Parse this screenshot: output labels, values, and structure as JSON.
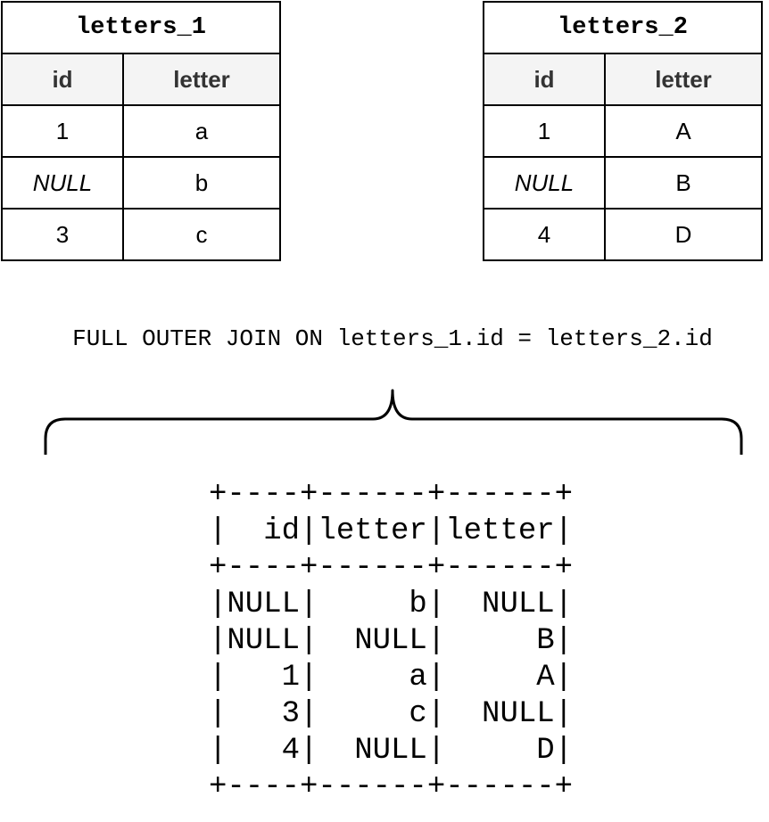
{
  "table_1": {
    "title": "letters_1",
    "headers": [
      "id",
      "letter"
    ],
    "rows": [
      [
        "1",
        "a"
      ],
      [
        "NULL",
        "b"
      ],
      [
        "3",
        "c"
      ]
    ]
  },
  "table_2": {
    "title": "letters_2",
    "headers": [
      "id",
      "letter"
    ],
    "rows": [
      [
        "1",
        "A"
      ],
      [
        "NULL",
        "B"
      ],
      [
        "4",
        "D"
      ]
    ]
  },
  "join_label": "FULL OUTER JOIN ON letters_1.id = letters_2.id",
  "result": {
    "lines": [
      "+----+------+------+",
      "|  id|letter|letter|",
      "+----+------+------+",
      "|NULL|     b|  NULL|",
      "|NULL|  NULL|     B|",
      "|   1|     a|     A|",
      "|   3|     c|  NULL|",
      "|   4|  NULL|     D|",
      "+----+------+------+"
    ]
  },
  "colors": {
    "border": "#000000",
    "header_background": "#f4f4f4",
    "header_text": "#333333"
  }
}
